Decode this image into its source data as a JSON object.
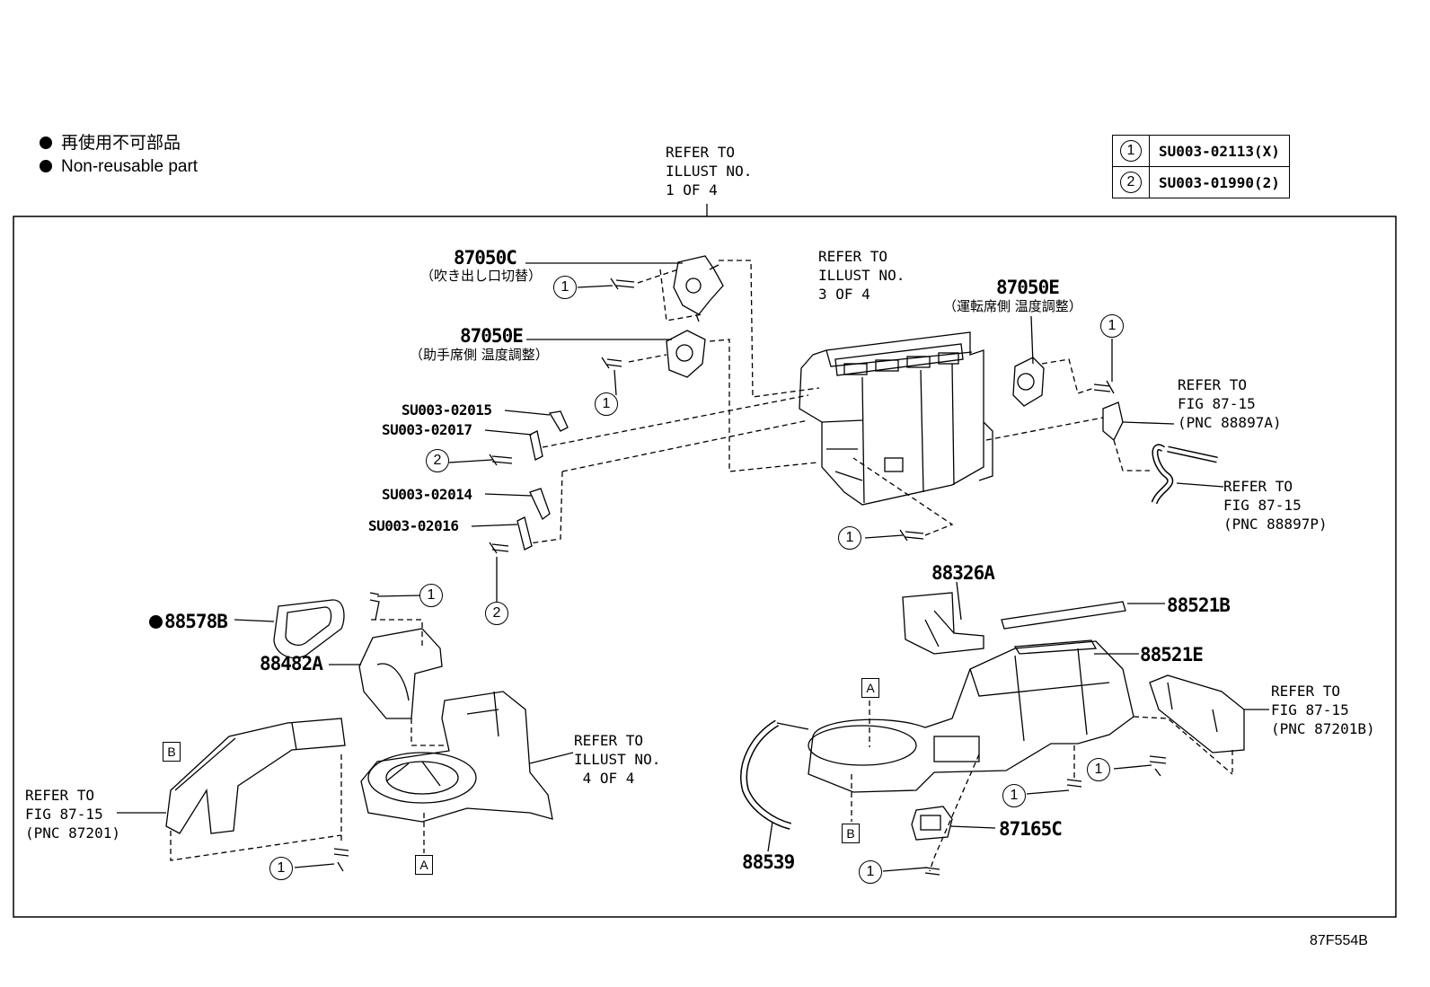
{
  "legend": {
    "jp": "再使用不可部品",
    "en": "Non-reusable part"
  },
  "ref_table": [
    {
      "num": "1",
      "part": "SU003-02113(X)"
    },
    {
      "num": "2",
      "part": "SU003-01990(2)"
    }
  ],
  "refer_notes": {
    "top": "REFER TO\nILLUST NO.\n1 OF 4",
    "mid": "REFER TO\nILLUST NO.\n3 OF 4",
    "lower": "REFER TO\nILLUST NO.\n 4 OF 4",
    "fig_88897a": "REFER TO\nFIG 87-15\n(PNC 88897A)",
    "fig_88897p": "REFER TO\nFIG 87-15\n(PNC 88897P)",
    "fig_87201b": "REFER TO\nFIG 87-15\n(PNC 87201B)",
    "fig_87201": "REFER TO\nFIG 87-15\n(PNC 87201)"
  },
  "parts": {
    "p87050c": "87050C",
    "p87050c_jp": "（吹き出し口切替）",
    "p87050e_a": "87050E",
    "p87050e_a_jp": "（助手席側 温度調整）",
    "p87050e_b": "87050E",
    "p87050e_b_jp": "（運転席側 温度調整）",
    "su02015": "SU003-02015",
    "su02017": "SU003-02017",
    "su02014": "SU003-02014",
    "su02016": "SU003-02016",
    "p88578b": "88578B",
    "p88482a": "88482A",
    "p88326a": "88326A",
    "p88521b": "88521B",
    "p88521e": "88521E",
    "p87165c": "87165C",
    "p88539": "88539"
  },
  "callouts": {
    "one": "1",
    "two": "2"
  },
  "markers": {
    "a": "A",
    "b": "B"
  },
  "figure_id": "87F554B"
}
